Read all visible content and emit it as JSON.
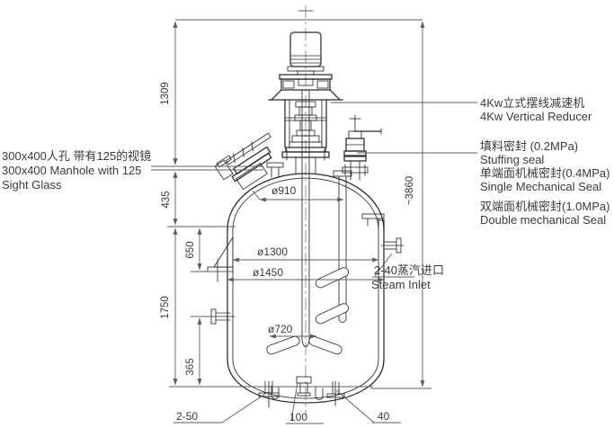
{
  "labels": {
    "manhole": {
      "cn": "300x400人孔 带有125的视镜",
      "en1": "300x400 Manhole with 125",
      "en2": "Sight Glass"
    },
    "reducer": {
      "cn": "4Kw立式摆线减速机",
      "en": "4Kw Vertical Reducer"
    },
    "stuffing": {
      "cn": "填料密封 (0.2MPa)",
      "en": "Stuffing seal"
    },
    "single_seal": {
      "cn": "单端面机械密封(0.4MPa)",
      "en": "Single Mechanical Seal"
    },
    "double_seal": {
      "cn": "双端面机械密封(1.0MPa)",
      "en": "Double mechanical Seal"
    },
    "steam_inlet": {
      "cn": "2-40蒸汽进口",
      "en": "Steam Inlet"
    }
  },
  "dims": {
    "top_section": "1309",
    "head_section": "435",
    "nozzle_to_bracket": "650",
    "shell_section": "1750",
    "bottom_section": "365",
    "overall_height": "~3860",
    "head_dia": "ø910",
    "inner_dia": "ø1300",
    "jacket_dia": "ø1450",
    "impeller_dia": "ø720",
    "bottom_left_nozzle": "2-50",
    "bottom_center_nozzle": "100",
    "bottom_right_nozzle": "40"
  },
  "colors": {
    "line": "#2a2a2a",
    "dim_line": "#5c5c5c",
    "text": "#3a3a3a",
    "background": "#ffffff"
  }
}
